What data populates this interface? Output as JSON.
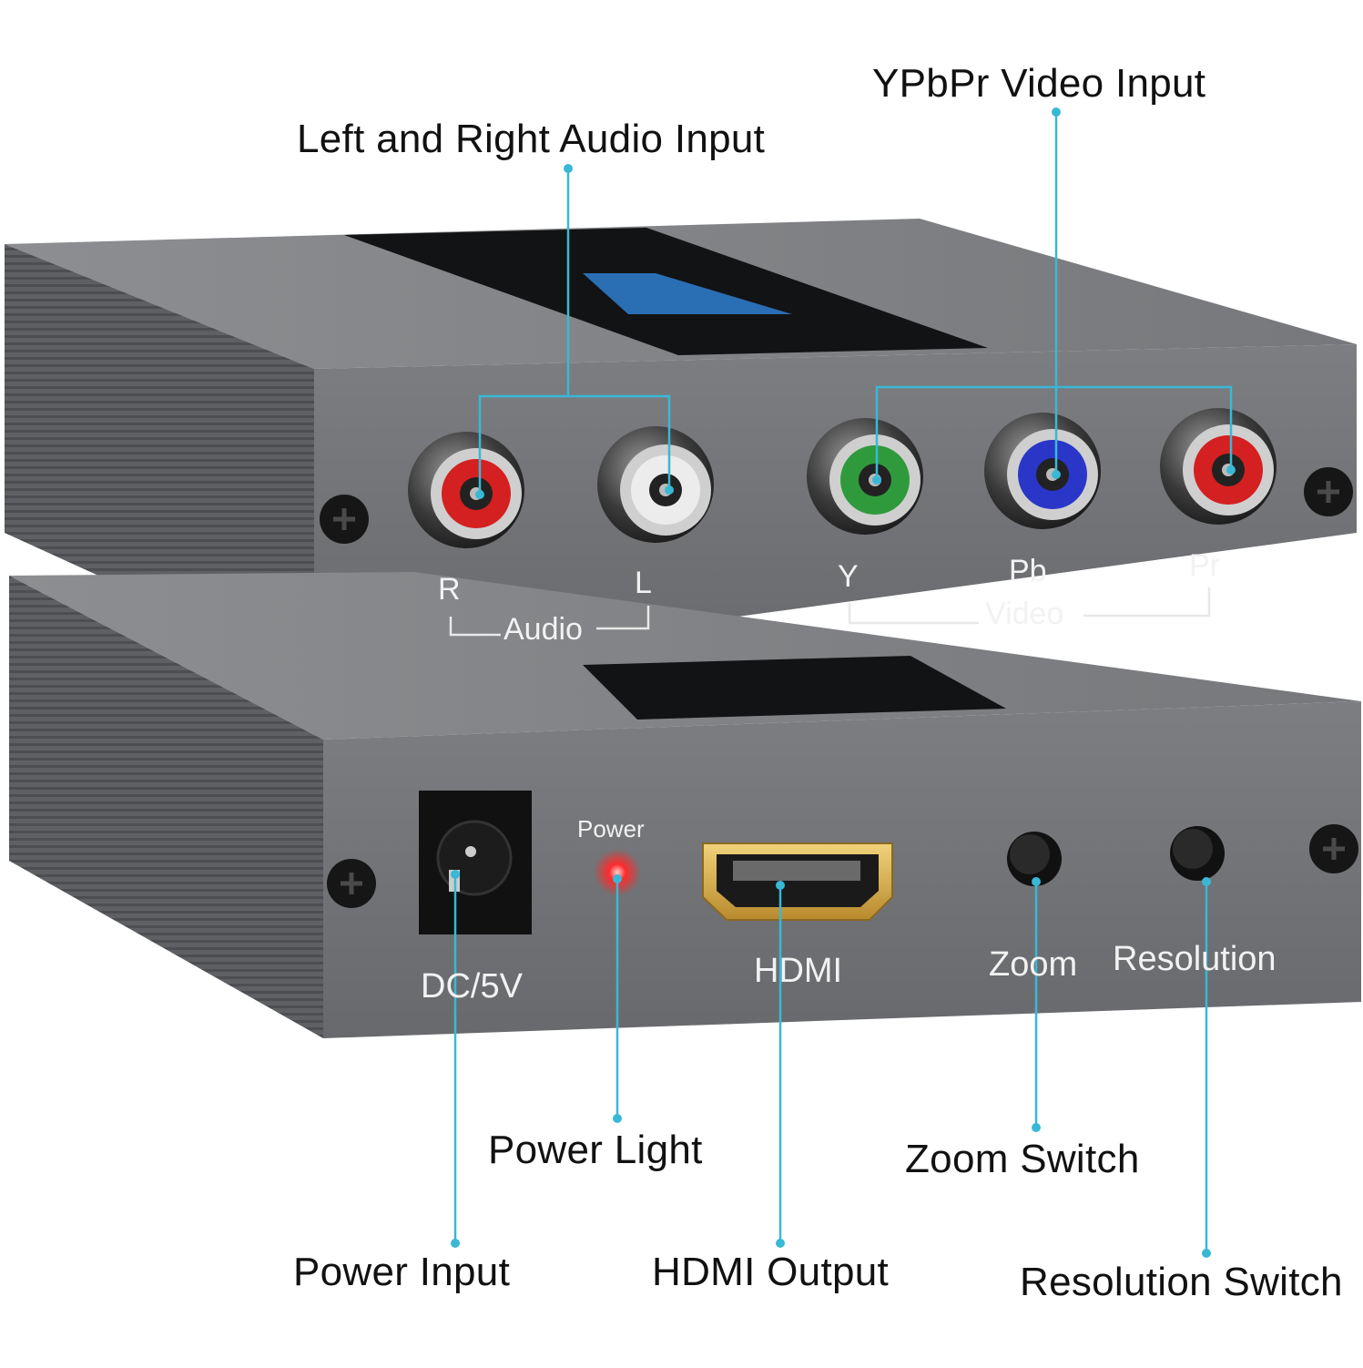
{
  "callouts": {
    "left_right_audio": "Left and Right Audio Input",
    "ypbpr_video": "YPbPr Video Input",
    "power_light": "Power Light",
    "zoom_switch": "Zoom Switch",
    "power_input": "Power Input",
    "hdmi_output": "HDMI Output",
    "resolution_switch": "Resolution Switch"
  },
  "top_unit": {
    "audio_r": "R",
    "audio_l": "L",
    "audio_group": "Audio",
    "video_y": "Y",
    "video_pb": "Pb",
    "video_pr": "Pr",
    "video_group": "Video"
  },
  "bottom_unit": {
    "dc": "DC/5V",
    "power": "Power",
    "hdmi": "HDMI",
    "zoom": "Zoom",
    "resolution": "Resolution"
  },
  "colors": {
    "leader_line": "#39b8d6",
    "body": "#6b6d70",
    "face": "#707275",
    "rca_red": "#d42020",
    "rca_white": "#e8e8e8",
    "rca_green": "#2f9a3c",
    "rca_blue": "#2a36c8",
    "led": "#ff2a2a"
  }
}
